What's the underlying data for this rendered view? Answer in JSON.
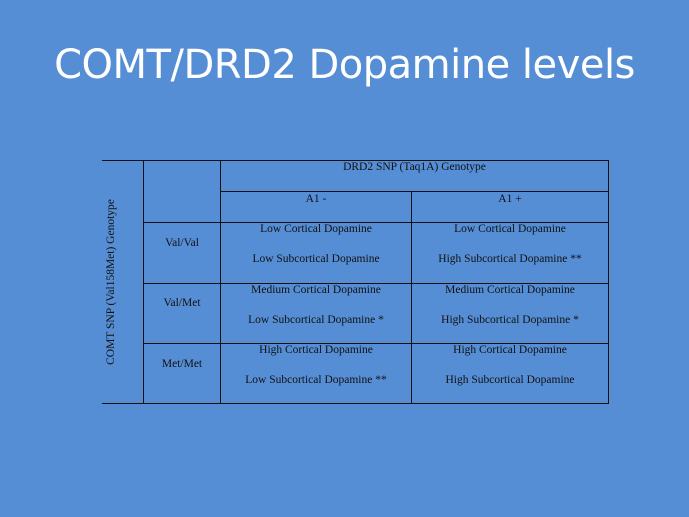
{
  "title": "COMT/DRD2 Dopamine levels",
  "table": {
    "column_group_header": "DRD2 SNP (Taq1A) Genotype",
    "row_group_header": "COMT SNP (Val158Met) Genotype",
    "columns": [
      "A1 -",
      "A1 +"
    ],
    "rows": [
      {
        "genotype": "Val/Val",
        "cells": [
          {
            "cortical": "Low Cortical Dopamine",
            "subcortical": "Low Subcortical Dopamine"
          },
          {
            "cortical": "Low Cortical Dopamine",
            "subcortical": "High Subcortical Dopamine **"
          }
        ]
      },
      {
        "genotype": "Val/Met",
        "cells": [
          {
            "cortical": "Medium Cortical Dopamine",
            "subcortical": "Low Subcortical Dopamine *"
          },
          {
            "cortical": "Medium Cortical Dopamine",
            "subcortical": "High Subcortical Dopamine *"
          }
        ]
      },
      {
        "genotype": "Met/Met",
        "cells": [
          {
            "cortical": "High Cortical Dopamine",
            "subcortical": "Low Subcortical Dopamine **"
          },
          {
            "cortical": "High Cortical Dopamine",
            "subcortical": "High Subcortical Dopamine"
          }
        ]
      }
    ]
  }
}
